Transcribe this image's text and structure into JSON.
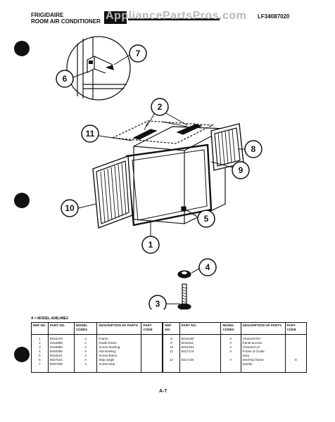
{
  "header": {
    "brand_line1": "FRIGIDAIRE",
    "brand_line2": "ROOM AIR CONDITIONER",
    "doc_number": "LF34087020",
    "watermark": "AppliancePartsPros.com"
  },
  "callouts": [
    "1",
    "2",
    "3",
    "4",
    "5",
    "6",
    "7",
    "8",
    "9",
    "10",
    "11"
  ],
  "model_note": "A = MODEL A08LH8E2",
  "table": {
    "headers": {
      "ref": "REF NO.",
      "part": "PART NO.",
      "model": "MODEL CODES",
      "desc": "DESCRIPTION OF PARTS",
      "code": "PART CODE",
      "ref2": "REF NO.",
      "part2": "PART NO.",
      "model2": "MODEL CODES",
      "desc2": "DESCRIPTION OF PARTS",
      "code2": "PART CODE"
    },
    "left_rows": [
      {
        "ref": "1",
        "part": "5016176",
        "model": "A",
        "desc": "Frame",
        "code": ""
      },
      {
        "ref": "2",
        "part": "2016088",
        "model": "A",
        "desc": "Guide-frame",
        "code": ""
      },
      {
        "ref": "3",
        "part": "5016080",
        "model": "A",
        "desc": "Screw-leveling",
        "code": ""
      },
      {
        "ref": "4",
        "part": "5040080",
        "model": "A",
        "desc": "Nut-leveling",
        "code": ""
      },
      {
        "ref": "5",
        "part": "5016221",
        "model": "A",
        "desc": "Screw-frame",
        "code": ""
      },
      {
        "ref": "6",
        "part": "5027624",
        "model": "A",
        "desc": "Stop-angle",
        "code": ""
      },
      {
        "ref": "7",
        "part": "5097408",
        "model": "A",
        "desc": "Screw-stop",
        "code": ""
      }
    ],
    "right_rows": [
      {
        "ref": "8",
        "part": "5016180",
        "model": "A",
        "desc": "Channel-RH",
        "code": ""
      },
      {
        "ref": "9",
        "part": "5016111",
        "model": "A",
        "desc": "Panel-accord.",
        "code": ""
      },
      {
        "ref": "10",
        "part": "5016181",
        "model": "A",
        "desc": "Channel-LH",
        "code": ""
      },
      {
        "ref": "11",
        "part": "5017174",
        "model": "A",
        "desc": "Frame & Guide",
        "code": ""
      },
      {
        "ref": "",
        "part": "",
        "model": "",
        "desc": "assy.",
        "code": ""
      },
      {
        "ref": "12",
        "part": "5017134",
        "model": "A",
        "desc": "Seal-top frame",
        "code": "G"
      },
      {
        "ref": "",
        "part": "",
        "model": "",
        "desc": "handle",
        "code": ""
      }
    ]
  },
  "page_number": "A-7"
}
